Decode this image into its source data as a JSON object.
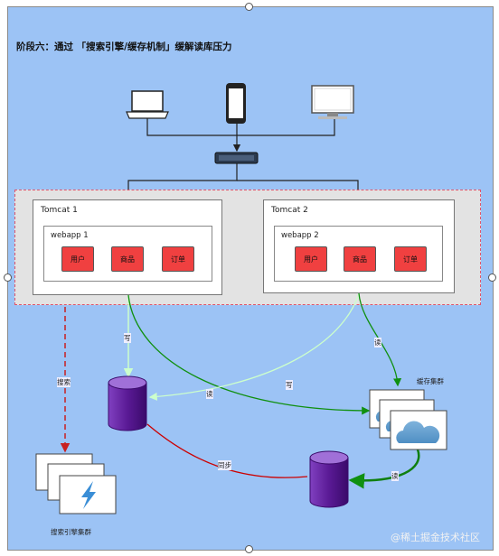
{
  "title": "阶段六：通过 「搜索引擎/缓存机制」缓解读库压力",
  "tomcats": [
    {
      "label": "Tomcat 1",
      "webapp": "webapp 1",
      "modules": [
        "用户",
        "商品",
        "订单"
      ]
    },
    {
      "label": "Tomcat 2",
      "webapp": "webapp 2",
      "modules": [
        "用户",
        "商品",
        "订单"
      ]
    }
  ],
  "edges": {
    "write1": "写",
    "write2": "写",
    "read1": "读",
    "read2": "读",
    "read3": "读",
    "search": "搜索",
    "sync": "同步"
  },
  "clusters": {
    "cache": "缓存集群",
    "search": "搜索引擎集群"
  },
  "watermark": "@稀土掘金技术社区",
  "colors": {
    "background": "#9cc3f5",
    "module": "#f04040",
    "db": "#5b1f8a",
    "write_line": "#ccffcc",
    "read_line": "#109010",
    "search_line": "#c82020",
    "sync_line": "#cc0000"
  },
  "icons": [
    "laptop-icon",
    "mobile-phone-icon",
    "monitor-icon",
    "network-switch-icon",
    "database-icon",
    "cloud-icon",
    "search-engine-icon"
  ]
}
